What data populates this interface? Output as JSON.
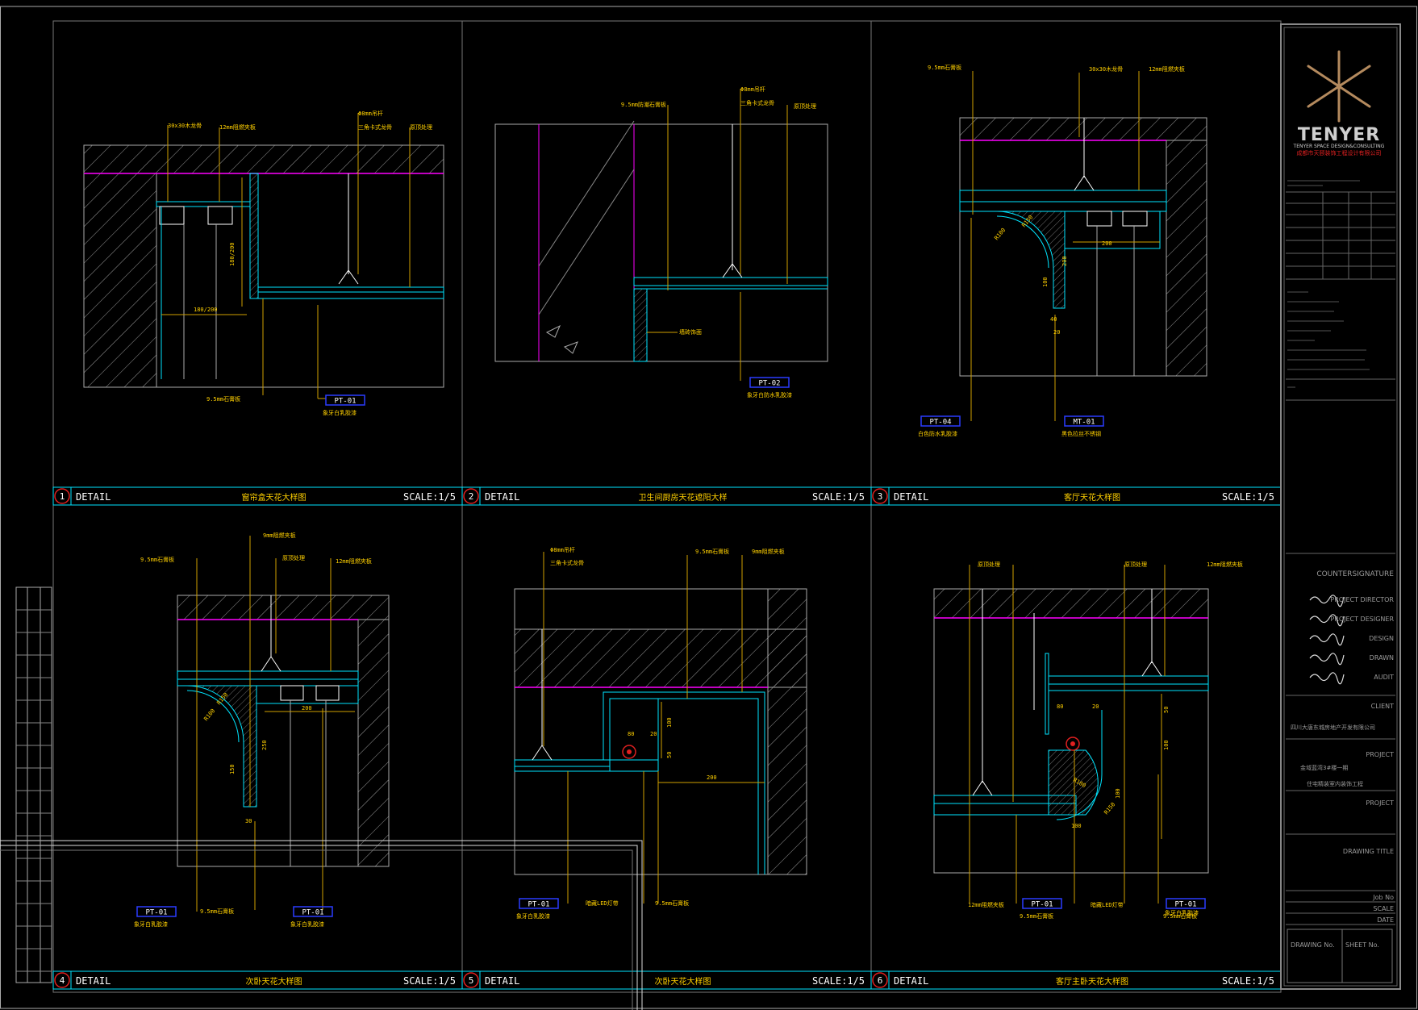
{
  "colors": {
    "background": "#000000",
    "frame": "#b8b8b8",
    "cyan": "#00e5ff",
    "magenta": "#ff00ff",
    "yellow": "#ffd000",
    "white": "#ffffff",
    "blue": "#2a3cff",
    "red": "#e02020",
    "logo": "#b48a5e",
    "hatch": "#b0b0b0"
  },
  "details": [
    {
      "num": "1",
      "label": "DETAIL",
      "title": "窗帘盒天花大样图",
      "scale": "SCALE:1/5",
      "tags": [
        {
          "code": "PT-01",
          "desc": "象牙白乳胶漆"
        }
      ],
      "notes": [
        "30x30木龙骨",
        "12mm阻燃夹板",
        "Φ8mm吊杆",
        "三角卡式龙骨",
        "原顶处理",
        "9.5mm石膏板"
      ],
      "dims": [
        "180/200",
        "180/200"
      ]
    },
    {
      "num": "2",
      "label": "DETAIL",
      "title": "卫生间厨房天花遮阳大样",
      "scale": "SCALE:1/5",
      "tags": [
        {
          "code": "PT-02",
          "desc": "象牙白防水乳胶漆"
        }
      ],
      "notes": [
        "9.5mm防潮石膏板",
        "Φ8mm吊杆",
        "三角卡式龙骨",
        "原顶处理",
        "墙砖饰面"
      ],
      "dims": []
    },
    {
      "num": "3",
      "label": "DETAIL",
      "title": "客厅天花大样图",
      "scale": "SCALE:1/5",
      "tags": [
        {
          "code": "PT-04",
          "desc": "白色防水乳胶漆"
        },
        {
          "code": "MT-01",
          "desc": "黑色拉丝不锈钢"
        }
      ],
      "notes": [
        "9.5mm石膏板",
        "30x30木龙骨",
        "12mm阻燃夹板"
      ],
      "dims": [
        "R100",
        "R150",
        "200",
        "200",
        "100",
        "40",
        "20"
      ]
    },
    {
      "num": "4",
      "label": "DETAIL",
      "title": "次卧天花大样图",
      "scale": "SCALE:1/5",
      "tags": [
        {
          "code": "PT-01",
          "desc": "象牙白乳胶漆"
        },
        {
          "code": "PT-01",
          "desc": "象牙白乳胶漆"
        }
      ],
      "notes": [
        "9.5mm石膏板",
        "9mm阻燃夹板",
        "原顶处理",
        "12mm阻燃夹板",
        "9.5mm石膏板"
      ],
      "dims": [
        "R150",
        "R100",
        "200",
        "250",
        "150",
        "30"
      ]
    },
    {
      "num": "5",
      "label": "DETAIL",
      "title": "次卧天花大样图",
      "scale": "SCALE:1/5",
      "tags": [
        {
          "code": "PT-01",
          "desc": "象牙白乳胶漆"
        }
      ],
      "notes": [
        "Φ8mm吊杆",
        "三角卡式龙骨",
        "9.5mm石膏板",
        "9mm阻燃夹板",
        "暗藏LED灯带",
        "9.5mm石膏板"
      ],
      "dims": [
        "80",
        "20",
        "100",
        "50",
        "200"
      ]
    },
    {
      "num": "6",
      "label": "DETAIL",
      "title": "客厅主卧天花大样图",
      "scale": "SCALE:1/5",
      "tags": [
        {
          "code": "PT-01",
          "desc": "9.5mm石膏板"
        },
        {
          "code": "PT-01",
          "desc": "9.5mm石膏板"
        }
      ],
      "notes": [
        "原顶处理",
        "原顶处理",
        "12mm阻燃夹板",
        "12mm阻燃夹板",
        "暗藏LED灯带",
        "象牙白乳胶漆",
        "象牙白乳胶漆"
      ],
      "dims": [
        "80",
        "20",
        "50",
        "100",
        "R100",
        "100",
        "R150",
        "100"
      ]
    }
  ],
  "titleblock": {
    "logo_name": "TENYER",
    "logo_sub": "TENYER SPACE DESIGN&CONSULTING",
    "company": "成都市天颐装饰工程设计有限公司",
    "countersignature": "COUNTERSIGNATURE",
    "sign_roles": [
      "PROJECT DIRECTOR",
      "PROJECT DESIGNER",
      "DESIGN",
      "DRAWN",
      "AUDIT"
    ],
    "client_label": "CLIENT",
    "client_name": "四川大唐东城房地产开发有限公司",
    "project_label": "PROJECT",
    "project_lines": [
      "金域蓝湾3#楼一期",
      "住宅精装室内装饰工程"
    ],
    "project_label2": "PROJECT",
    "drawing_title_label": "DRAWING TITLE",
    "job_no": "Job No",
    "scale": "SCALE",
    "date": "DATE",
    "drawing_no": "DRAWING No.",
    "sheet_no": "SHEET No."
  }
}
